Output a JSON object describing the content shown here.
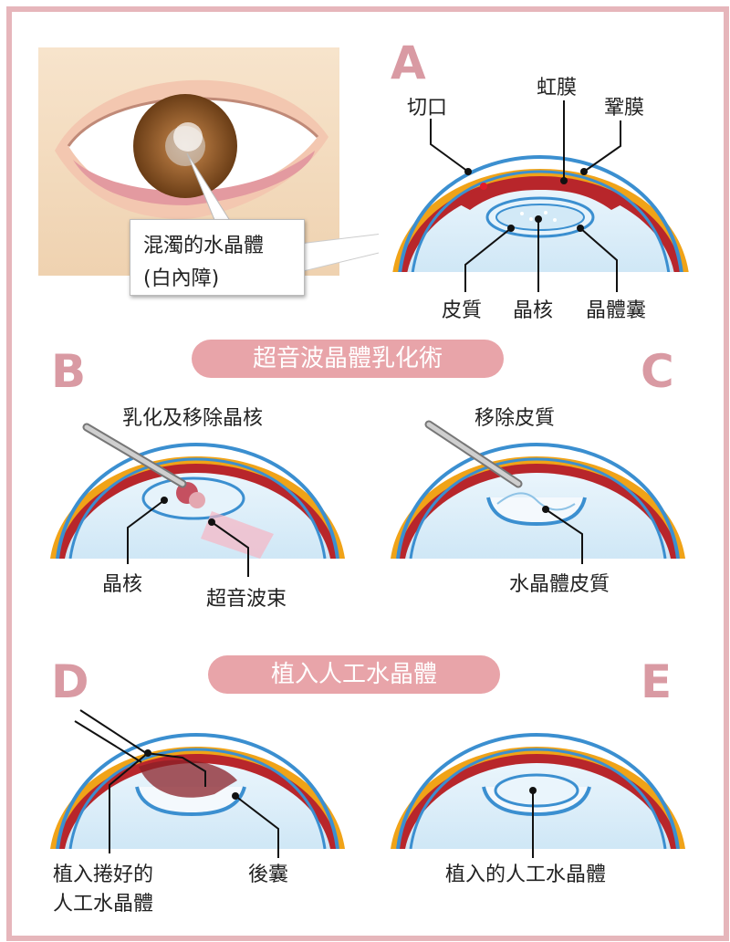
{
  "letters": {
    "a": "A",
    "b": "B",
    "c": "C",
    "d": "D",
    "e": "E"
  },
  "banners": {
    "phaco": "超音波晶體乳化術",
    "implant": "植入人工水晶體"
  },
  "callout": {
    "line1": "混濁的水晶體",
    "line2": "(白內障)"
  },
  "panel_a": {
    "incision": "切口",
    "iris": "虹膜",
    "sclera": "鞏膜",
    "cortex": "皮質",
    "nucleus": "晶核",
    "capsule": "晶體囊"
  },
  "panel_b": {
    "title": "乳化及移除晶核",
    "nucleus": "晶核",
    "beam": "超音波束"
  },
  "panel_c": {
    "title": "移除皮質",
    "cortex": "水晶體皮質"
  },
  "panel_d": {
    "implant_line1": "植入捲好的",
    "implant_line2": "人工水晶體",
    "posterior": "後囊"
  },
  "panel_e": {
    "implanted": "植入的人工水晶體"
  },
  "colors": {
    "frame": "#e6b6bb",
    "banner": "#e8a4a9",
    "letter": "#d99aa3",
    "iris_red": "#b8262b",
    "cornea_blue": "#3b8fd0",
    "lens_blue": "#d9eefa"
  }
}
